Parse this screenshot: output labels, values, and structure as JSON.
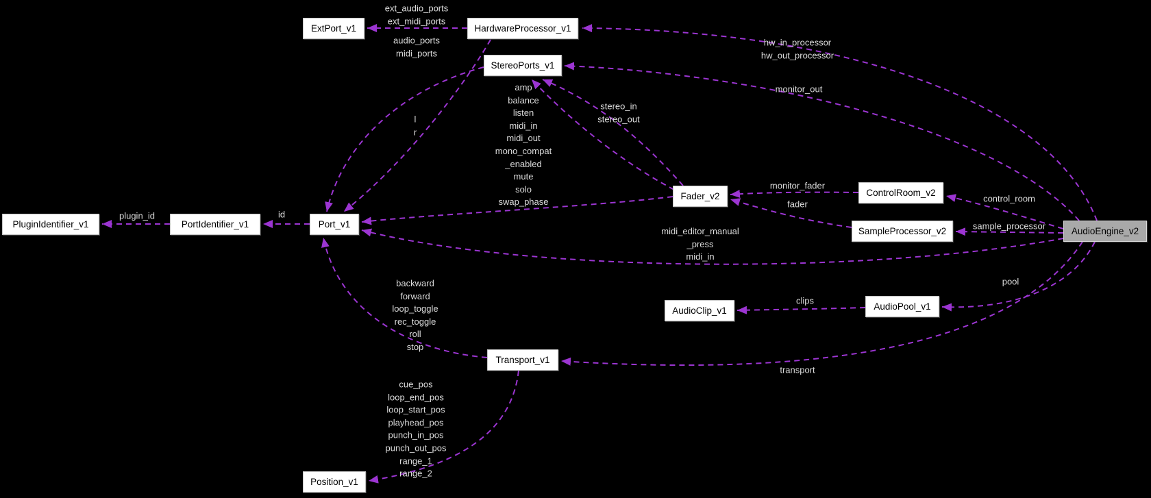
{
  "diagram": {
    "type": "collaboration-graph",
    "colors": {
      "background": "#000000",
      "edge": "#9c35d2",
      "edge_label_text": "#dcdcdc",
      "node_fill": "#ffffff",
      "node_border": "#c3c3c3",
      "node_text": "#000000",
      "highlight_node_fill": "#a9a9a9"
    },
    "nodes": [
      {
        "id": "extport",
        "label": "ExtPort_v1"
      },
      {
        "id": "hardwareprocessor",
        "label": "HardwareProcessor_v1"
      },
      {
        "id": "stereoports",
        "label": "StereoPorts_v1"
      },
      {
        "id": "pluginidentifier",
        "label": "PluginIdentifier_v1"
      },
      {
        "id": "portidentifier",
        "label": "PortIdentifier_v1"
      },
      {
        "id": "port",
        "label": "Port_v1"
      },
      {
        "id": "fader",
        "label": "Fader_v2"
      },
      {
        "id": "controlroom",
        "label": "ControlRoom_v2"
      },
      {
        "id": "sampleprocessor",
        "label": "SampleProcessor_v2"
      },
      {
        "id": "audioengine",
        "label": "AudioEngine_v2",
        "highlight": true
      },
      {
        "id": "audioclip",
        "label": "AudioClip_v1"
      },
      {
        "id": "audiopool",
        "label": "AudioPool_v1"
      },
      {
        "id": "transport",
        "label": "Transport_v1"
      },
      {
        "id": "position",
        "label": "Position_v1"
      }
    ],
    "edges": [
      {
        "id": "hp-extport",
        "from": "hardwareprocessor",
        "to": "extport",
        "label": "ext_audio_ports\next_midi_ports"
      },
      {
        "id": "hp-port",
        "from": "hardwareprocessor",
        "to": "port",
        "label": "audio_ports\nmidi_ports"
      },
      {
        "id": "engine-hp",
        "from": "audioengine",
        "to": "hardwareprocessor",
        "label": "hw_in_processor\nhw_out_processor"
      },
      {
        "id": "engine-stereo",
        "from": "audioengine",
        "to": "stereoports",
        "label": "monitor_out"
      },
      {
        "id": "stereo-port",
        "from": "stereoports",
        "to": "port",
        "label": "l\nr"
      },
      {
        "id": "fader-stereo",
        "from": "fader",
        "to": "stereoports",
        "label": "stereo_in\nstereo_out"
      },
      {
        "id": "fader-port",
        "from": "fader",
        "to": "port",
        "label": "amp\nbalance\nlisten\nmidi_in\nmidi_out\nmono_compat\n_enabled\nmute\nsolo\nswap_phase"
      },
      {
        "id": "controlroom-fader",
        "from": "controlroom",
        "to": "fader",
        "label": "monitor_fader"
      },
      {
        "id": "sampleprocessor-fader",
        "from": "sampleprocessor",
        "to": "fader",
        "label": "fader"
      },
      {
        "id": "engine-controlroom",
        "from": "audioengine",
        "to": "controlroom",
        "label": "control_room"
      },
      {
        "id": "engine-sampleprocessor",
        "from": "audioengine",
        "to": "sampleprocessor",
        "label": "sample_processor"
      },
      {
        "id": "engine-port",
        "from": "audioengine",
        "to": "port",
        "label": "midi_editor_manual\n_press\nmidi_in"
      },
      {
        "id": "pool-clip",
        "from": "audiopool",
        "to": "audioclip",
        "label": "clips"
      },
      {
        "id": "engine-pool",
        "from": "audioengine",
        "to": "audiopool",
        "label": "pool"
      },
      {
        "id": "transport-port",
        "from": "transport",
        "to": "port",
        "label": "backward\nforward\nloop_toggle\nrec_toggle\nroll\nstop"
      },
      {
        "id": "engine-transport",
        "from": "audioengine",
        "to": "transport",
        "label": "transport"
      },
      {
        "id": "transport-position",
        "from": "transport",
        "to": "position",
        "label": "cue_pos\nloop_end_pos\nloop_start_pos\nplayhead_pos\npunch_in_pos\npunch_out_pos\nrange_1\nrange_2"
      },
      {
        "id": "portid-pluginid",
        "from": "portidentifier",
        "to": "pluginidentifier",
        "label": "plugin_id"
      },
      {
        "id": "port-portid",
        "from": "port",
        "to": "portidentifier",
        "label": "id"
      }
    ]
  }
}
